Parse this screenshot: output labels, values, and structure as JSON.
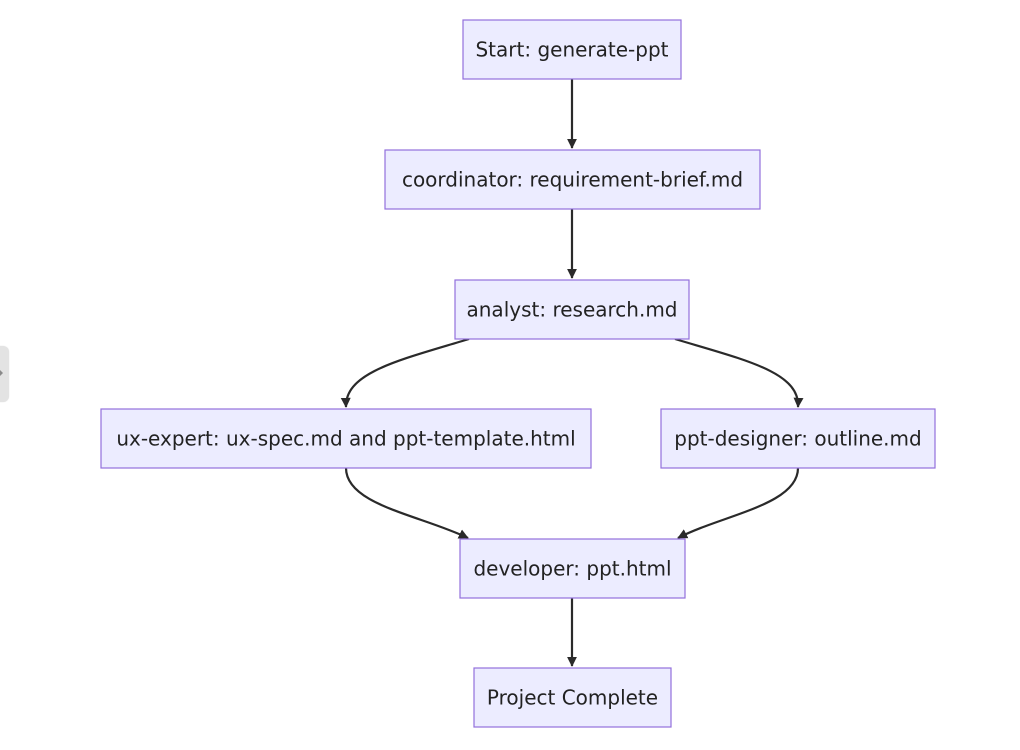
{
  "diagram": {
    "type": "flowchart",
    "colors": {
      "node_fill": "#ECECFF",
      "node_border": "#9370DB",
      "edge": "#2a2a2a",
      "text": "#222222"
    },
    "nodes": [
      {
        "id": "start",
        "label": "Start: generate-ppt"
      },
      {
        "id": "coordinator",
        "label": "coordinator: requirement-brief.md"
      },
      {
        "id": "analyst",
        "label": "analyst: research.md"
      },
      {
        "id": "ux",
        "label": "ux-expert: ux-spec.md and ppt-template.html"
      },
      {
        "id": "designer",
        "label": "ppt-designer: outline.md"
      },
      {
        "id": "developer",
        "label": "developer: ppt.html"
      },
      {
        "id": "complete",
        "label": "Project Complete"
      }
    ],
    "edges": [
      {
        "from": "start",
        "to": "coordinator"
      },
      {
        "from": "coordinator",
        "to": "analyst"
      },
      {
        "from": "analyst",
        "to": "ux"
      },
      {
        "from": "analyst",
        "to": "designer"
      },
      {
        "from": "ux",
        "to": "developer"
      },
      {
        "from": "designer",
        "to": "developer"
      },
      {
        "from": "developer",
        "to": "complete"
      }
    ]
  },
  "ui": {
    "sidebar_toggle_icon": "chevron-right-icon"
  }
}
